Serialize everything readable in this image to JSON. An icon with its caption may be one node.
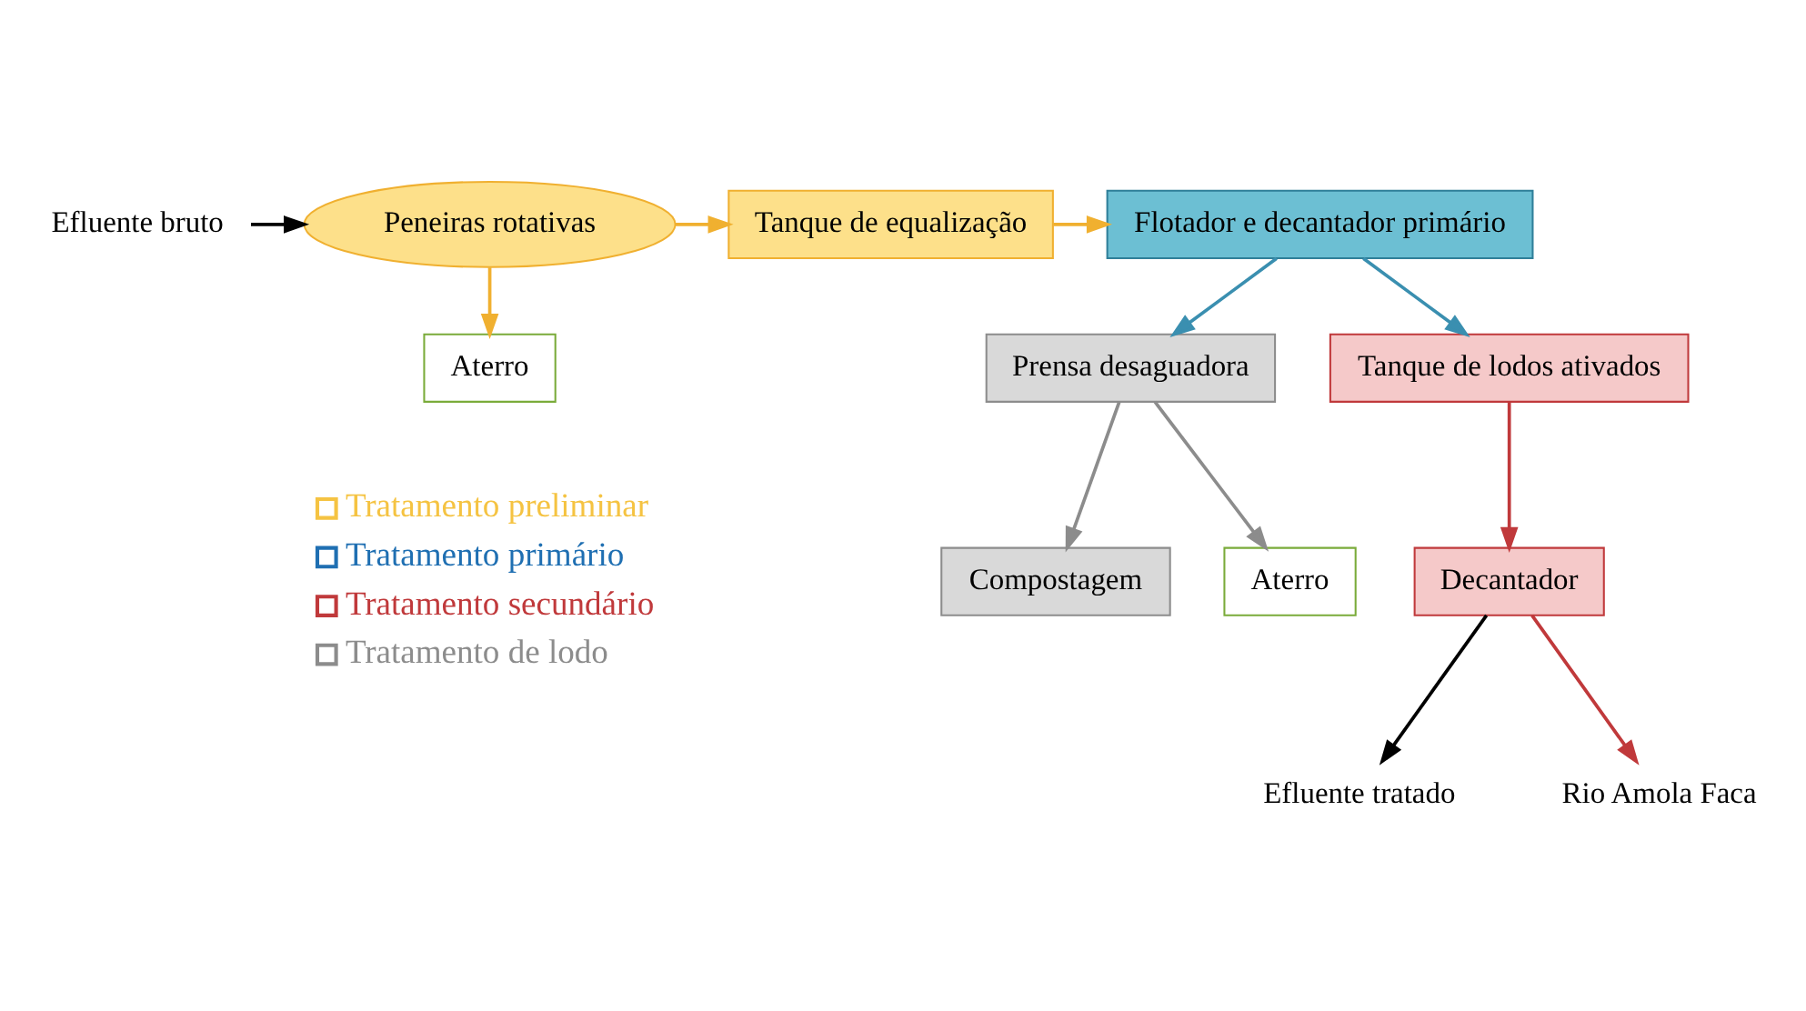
{
  "diagram": {
    "nodes": [
      {
        "text": [
          "Efluente bruto"
        ]
      },
      {
        "text": [
          "Peneiras rotativas"
        ]
      },
      {
        "text": [
          "Tanque de equalização"
        ]
      },
      {
        "text": [
          "Flotador e decantador primário"
        ]
      },
      {
        "text": [
          "Aterro"
        ]
      },
      {
        "text": [
          "Prensa desaguadora"
        ]
      },
      {
        "text": [
          "Tanque de lodos ativados"
        ]
      },
      {
        "text": [
          "Compostagem"
        ]
      },
      {
        "text": [
          "Aterro"
        ]
      },
      {
        "text": [
          "Decantador"
        ]
      },
      {
        "text": [
          "Efluente tratado"
        ]
      },
      {
        "text": [
          "Rio Amola Faca"
        ]
      }
    ],
    "edges": [
      {
        "from": 0,
        "to": 1,
        "arrow": "to",
        "color": "#000000"
      },
      {
        "from": 1,
        "to": 2,
        "arrow": "to",
        "color": "#f0b030"
      },
      {
        "from": 2,
        "to": 3,
        "arrow": "to",
        "color": "#f0b030"
      },
      {
        "from": 1,
        "to": 4,
        "arrow": "to",
        "color": "#f0b030"
      },
      {
        "from": 3,
        "to": 5,
        "arrow": "to",
        "color": "#3a8fb0"
      },
      {
        "from": 3,
        "to": 6,
        "arrow": "to",
        "color": "#3a8fb0"
      },
      {
        "from": 5,
        "to": 7,
        "arrow": "to",
        "color": "#8c8c8c"
      },
      {
        "from": 5,
        "to": 8,
        "arrow": "to",
        "color": "#8c8c8c"
      },
      {
        "from": 6,
        "to": 9,
        "arrow": "to",
        "color": "#c0393b"
      },
      {
        "from": 9,
        "to": 10,
        "arrow": "to",
        "color": "#000000"
      },
      {
        "from": 9,
        "to": 11,
        "arrow": "to",
        "color": "#c0393b"
      }
    ],
    "legend": [
      {
        "text": "Tratamento preliminar",
        "color": "#f5c342"
      },
      {
        "text": "Tratamento primário",
        "color": "#1f6fb2"
      },
      {
        "text": "Tratamento secundário",
        "color": "#c0393b"
      },
      {
        "text": "Tratamento de lodo",
        "color": "#8c8c8c"
      }
    ]
  }
}
